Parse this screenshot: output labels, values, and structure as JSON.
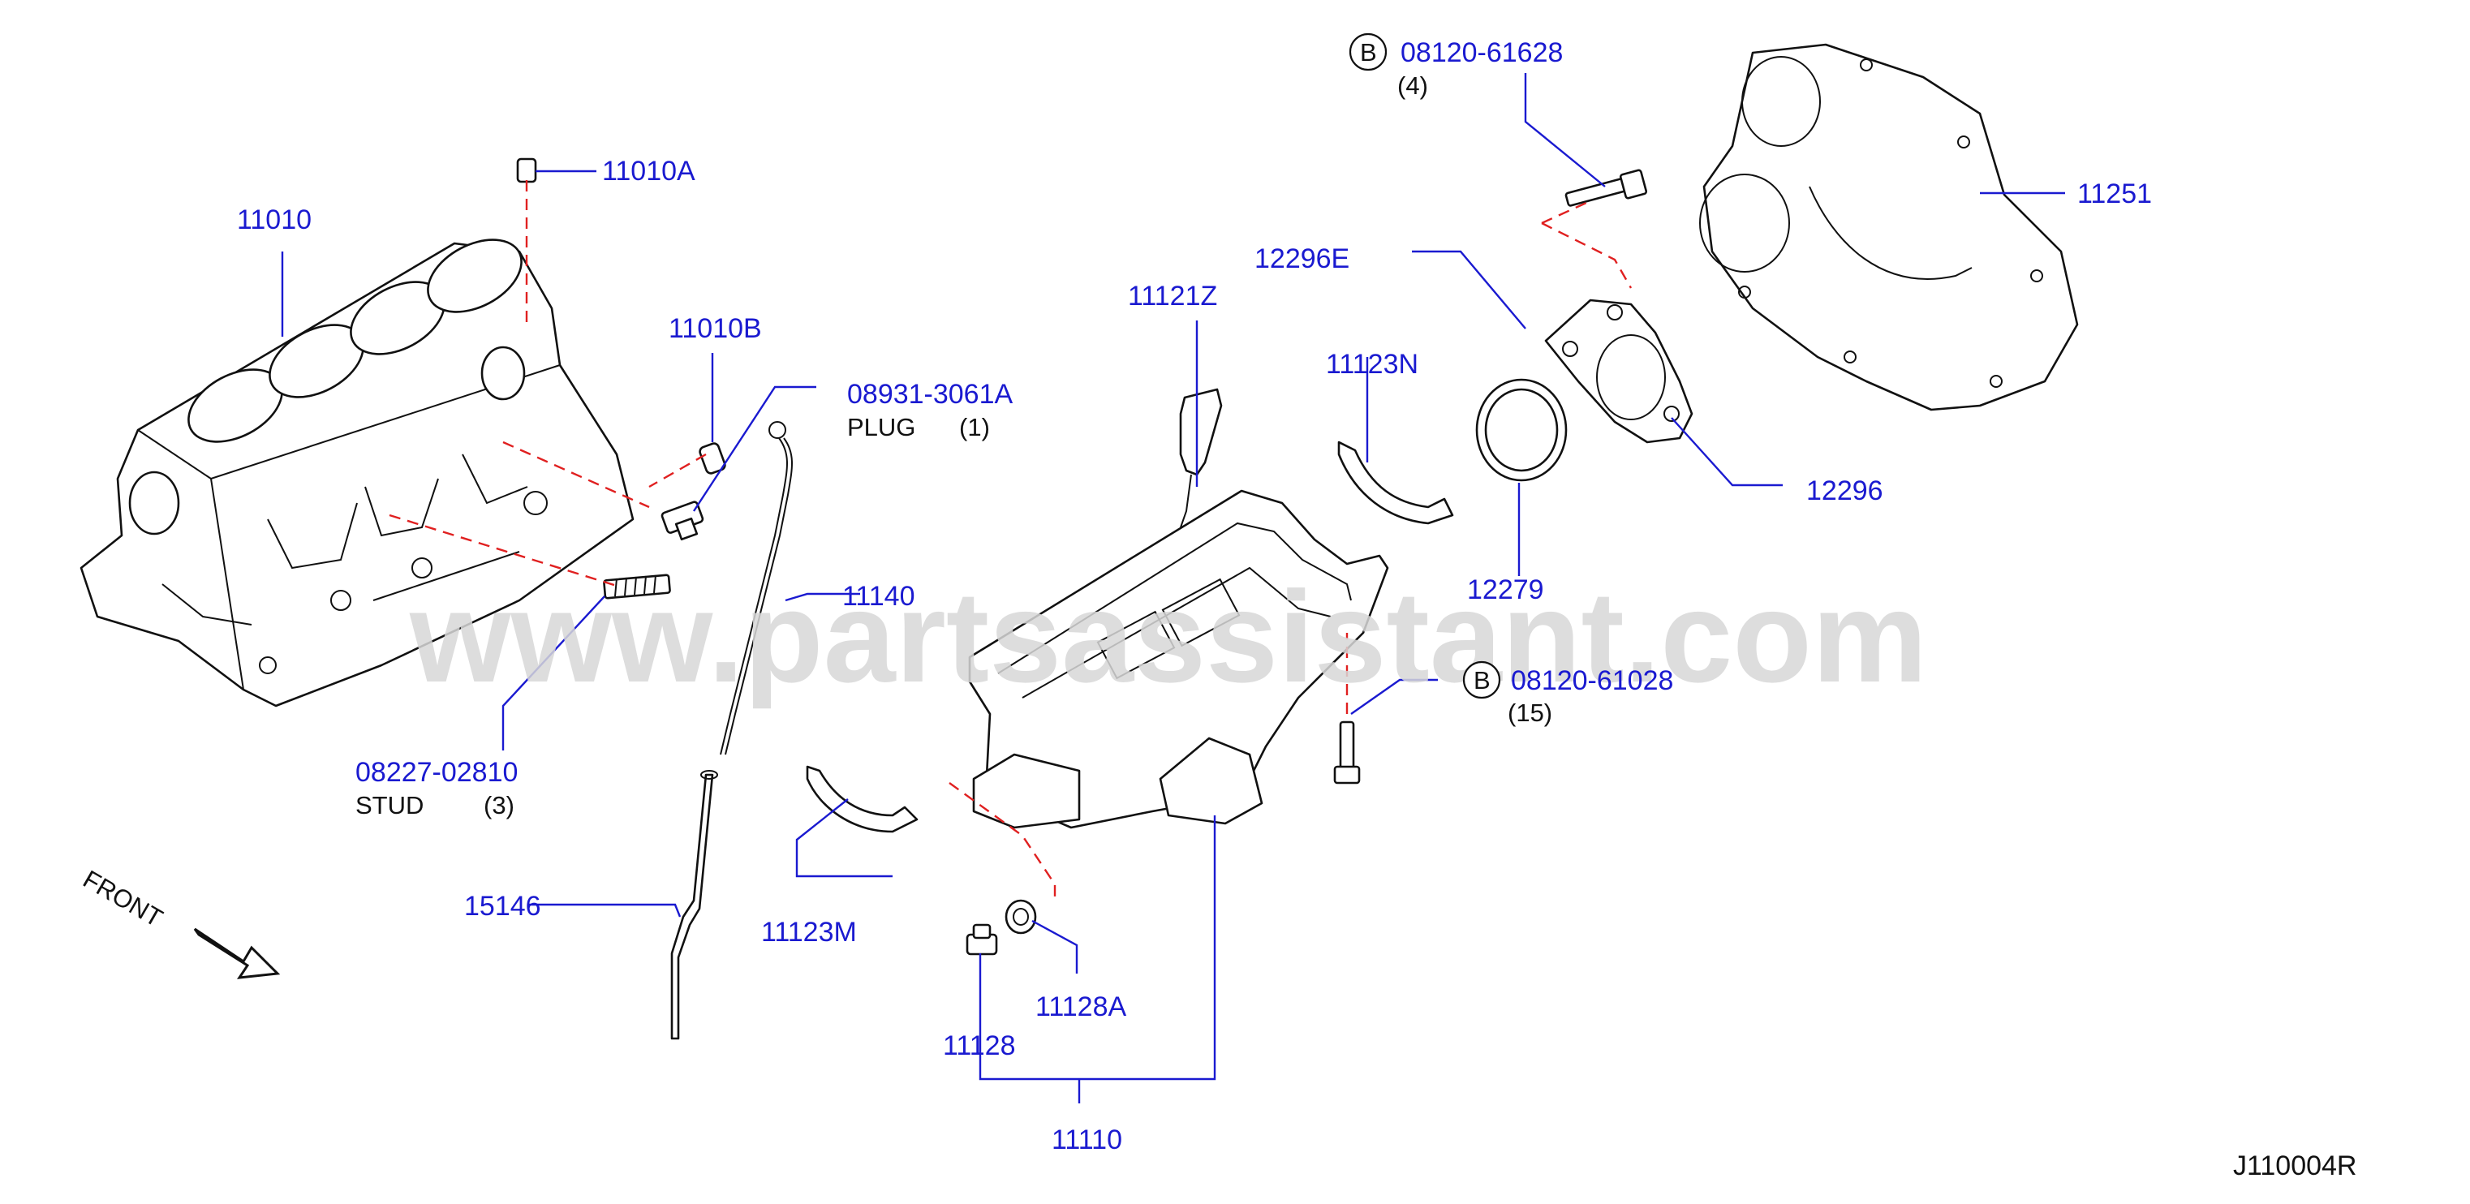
{
  "watermark": "www.partsassistant.com",
  "diagram_code": "J110004R",
  "front_label": "FRONT",
  "parts": {
    "p11010": "11010",
    "p11010A": "11010A",
    "p11010B": "11010B",
    "p08931": "08931-3061A",
    "plug_name": "PLUG",
    "plug_qty": "(1)",
    "p08227": "08227-02810",
    "stud_name": "STUD",
    "stud_qty": "(3)",
    "p11140": "11140",
    "p15146": "15146",
    "p11121Z": "11121Z",
    "p11123M": "11123M",
    "p11123N": "11123N",
    "p11128": "11128",
    "p11128A": "11128A",
    "p11110": "11110",
    "p12296E": "12296E",
    "p12296": "12296",
    "p12279": "12279",
    "p11251": "11251",
    "b_letter": "B",
    "p08120_61628": "08120-61628",
    "qty_61628": "(4)",
    "p08120_61028": "08120-61028",
    "qty_61028": "(15)"
  }
}
